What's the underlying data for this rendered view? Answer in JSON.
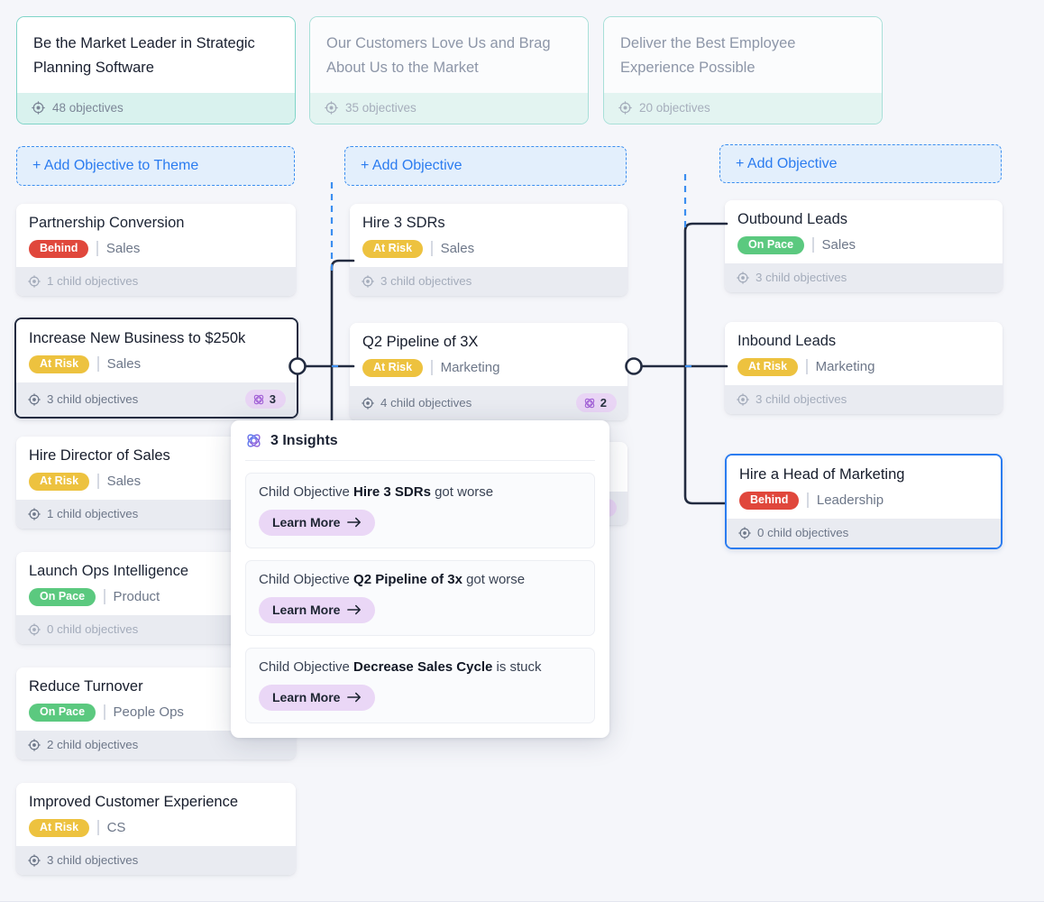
{
  "themes": [
    {
      "title": "Be the Market Leader in Strategic Planning Software",
      "count": "48 objectives",
      "state": "active"
    },
    {
      "title": "Our Customers Love Us and Brag About Us to the Market",
      "count": "35 objectives",
      "state": "muted"
    },
    {
      "title": "Deliver the Best Employee Experience Possible",
      "count": "20 objectives",
      "state": "muted"
    }
  ],
  "add_buttons": {
    "theme": "+ Add Objective to Theme",
    "middle": "+ Add Objective",
    "right": "+ Add Objective"
  },
  "columns": {
    "left": [
      {
        "title": "Partnership Conversion",
        "status": "Behind",
        "team": "Sales",
        "children": "1 child objectives"
      },
      {
        "title": "Increase New Business to $250k",
        "status": "At Risk",
        "team": "Sales",
        "children": "3 child objectives",
        "insight_count": "3"
      },
      {
        "title": "Hire Director of Sales",
        "status": "At Risk",
        "team": "Sales",
        "children": "1 child objectives"
      },
      {
        "title": "Launch Ops Intelligence",
        "status": "On Pace",
        "team": "Product",
        "children": "0 child objectives"
      },
      {
        "title": "Reduce Turnover",
        "status": "On Pace",
        "team": "People Ops",
        "children": "2 child objectives"
      },
      {
        "title": "Improved Customer Experience",
        "status": "At Risk",
        "team": "CS",
        "children": "3 child objectives"
      }
    ],
    "middle": [
      {
        "title": "Hire 3 SDRs",
        "status": "At Risk",
        "team": "Sales",
        "children": "3 child objectives"
      },
      {
        "title": "Q2 Pipeline of 3X",
        "status": "At Risk",
        "team": "Marketing",
        "children": "4 child objectives",
        "insight_count": "2"
      }
    ],
    "right": [
      {
        "title": "Outbound Leads",
        "status": "On Pace",
        "team": "Sales",
        "children": "3 child objectives"
      },
      {
        "title": "Inbound Leads",
        "status": "At Risk",
        "team": "Marketing",
        "children": "3 child objectives"
      },
      {
        "title": "Hire a Head of Marketing",
        "status": "Behind",
        "team": "Leadership",
        "children": "0 child objectives"
      }
    ]
  },
  "insights_panel": {
    "header": "3 Insights",
    "items": [
      {
        "prefix": "Child Objective ",
        "name": "Hire 3 SDRs",
        "suffix": " got worse",
        "cta": "Learn More"
      },
      {
        "prefix": "Child Objective ",
        "name": "Q2 Pipeline of 3x",
        "suffix": " got worse",
        "cta": "Learn More"
      },
      {
        "prefix": "Child Objective ",
        "name": "Decrease Sales Cycle",
        "suffix": " is stuck",
        "cta": "Learn More"
      }
    ]
  },
  "colors": {
    "behind": "#e0473c",
    "at_risk": "#edc23f",
    "on_pace": "#5bc97f",
    "theme_accent": "#7fd4c8",
    "add_accent": "#2b7cf0",
    "insight_chip": "#e9d5f5",
    "wire": "#222b40",
    "background": "#f5f6fa"
  }
}
